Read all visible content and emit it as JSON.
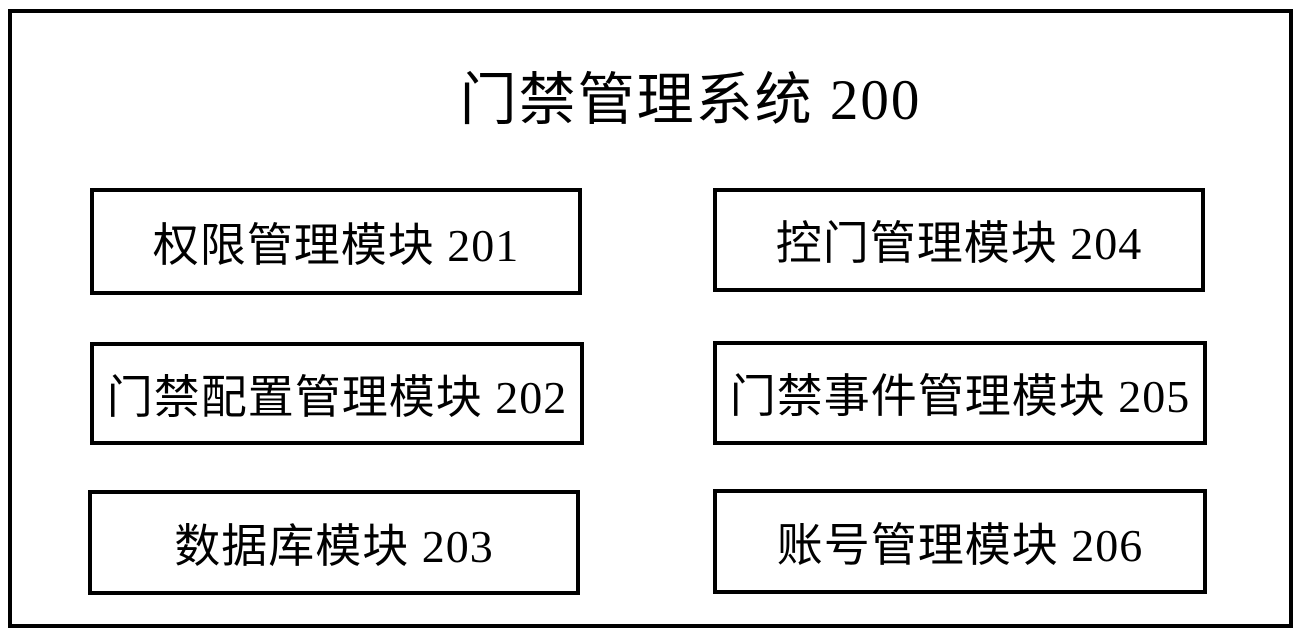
{
  "diagram": {
    "title": "门禁管理系统 200",
    "columns": [
      {
        "side": "left",
        "modules": [
          {
            "label": "权限管理模块 201"
          },
          {
            "label": "门禁配置管理模块 202"
          },
          {
            "label": "数据库模块 203"
          }
        ]
      },
      {
        "side": "right",
        "modules": [
          {
            "label": "控门管理模块 204"
          },
          {
            "label": "门禁事件管理模块 205"
          },
          {
            "label": "账号管理模块 206"
          }
        ]
      }
    ]
  }
}
